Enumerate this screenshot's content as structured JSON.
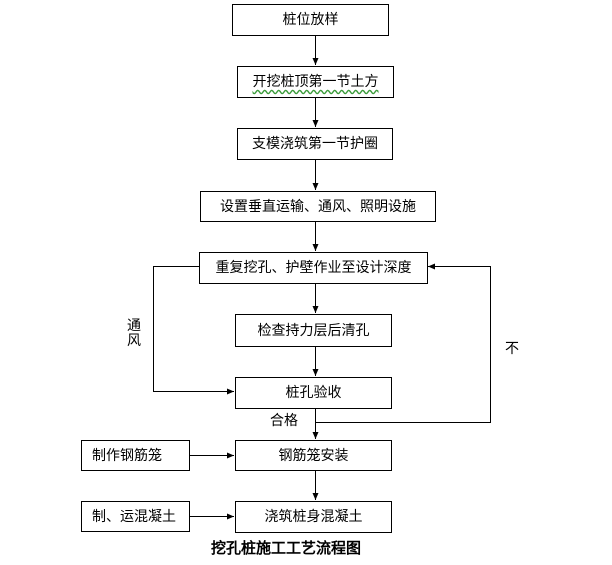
{
  "title": "挖孔桩施工工艺流程图",
  "steps": [
    {
      "id": "s1",
      "label": "桩位放样"
    },
    {
      "id": "s2",
      "label": "开挖桩顶第一节土方"
    },
    {
      "id": "s3",
      "label": "支模浇筑第一节护圈"
    },
    {
      "id": "s4",
      "label": "设置垂直运输、通风、照明设施"
    },
    {
      "id": "s5",
      "label": "重复挖孔、护壁作业至设计深度"
    },
    {
      "id": "s6",
      "label": "检查持力层后清孔"
    },
    {
      "id": "s7",
      "label": "桩孔验收"
    },
    {
      "id": "s8",
      "label": "钢筋笼安装"
    },
    {
      "id": "s9",
      "label": "浇筑桩身混凝土"
    }
  ],
  "side_inputs": [
    {
      "id": "a1",
      "label": "制作钢筋笼",
      "target": "s8"
    },
    {
      "id": "a2",
      "label": "制、运混凝土",
      "target": "s9"
    }
  ],
  "edge_labels": {
    "ventilation_loop": "通风",
    "fail_loop": "不",
    "pass": "合格"
  }
}
